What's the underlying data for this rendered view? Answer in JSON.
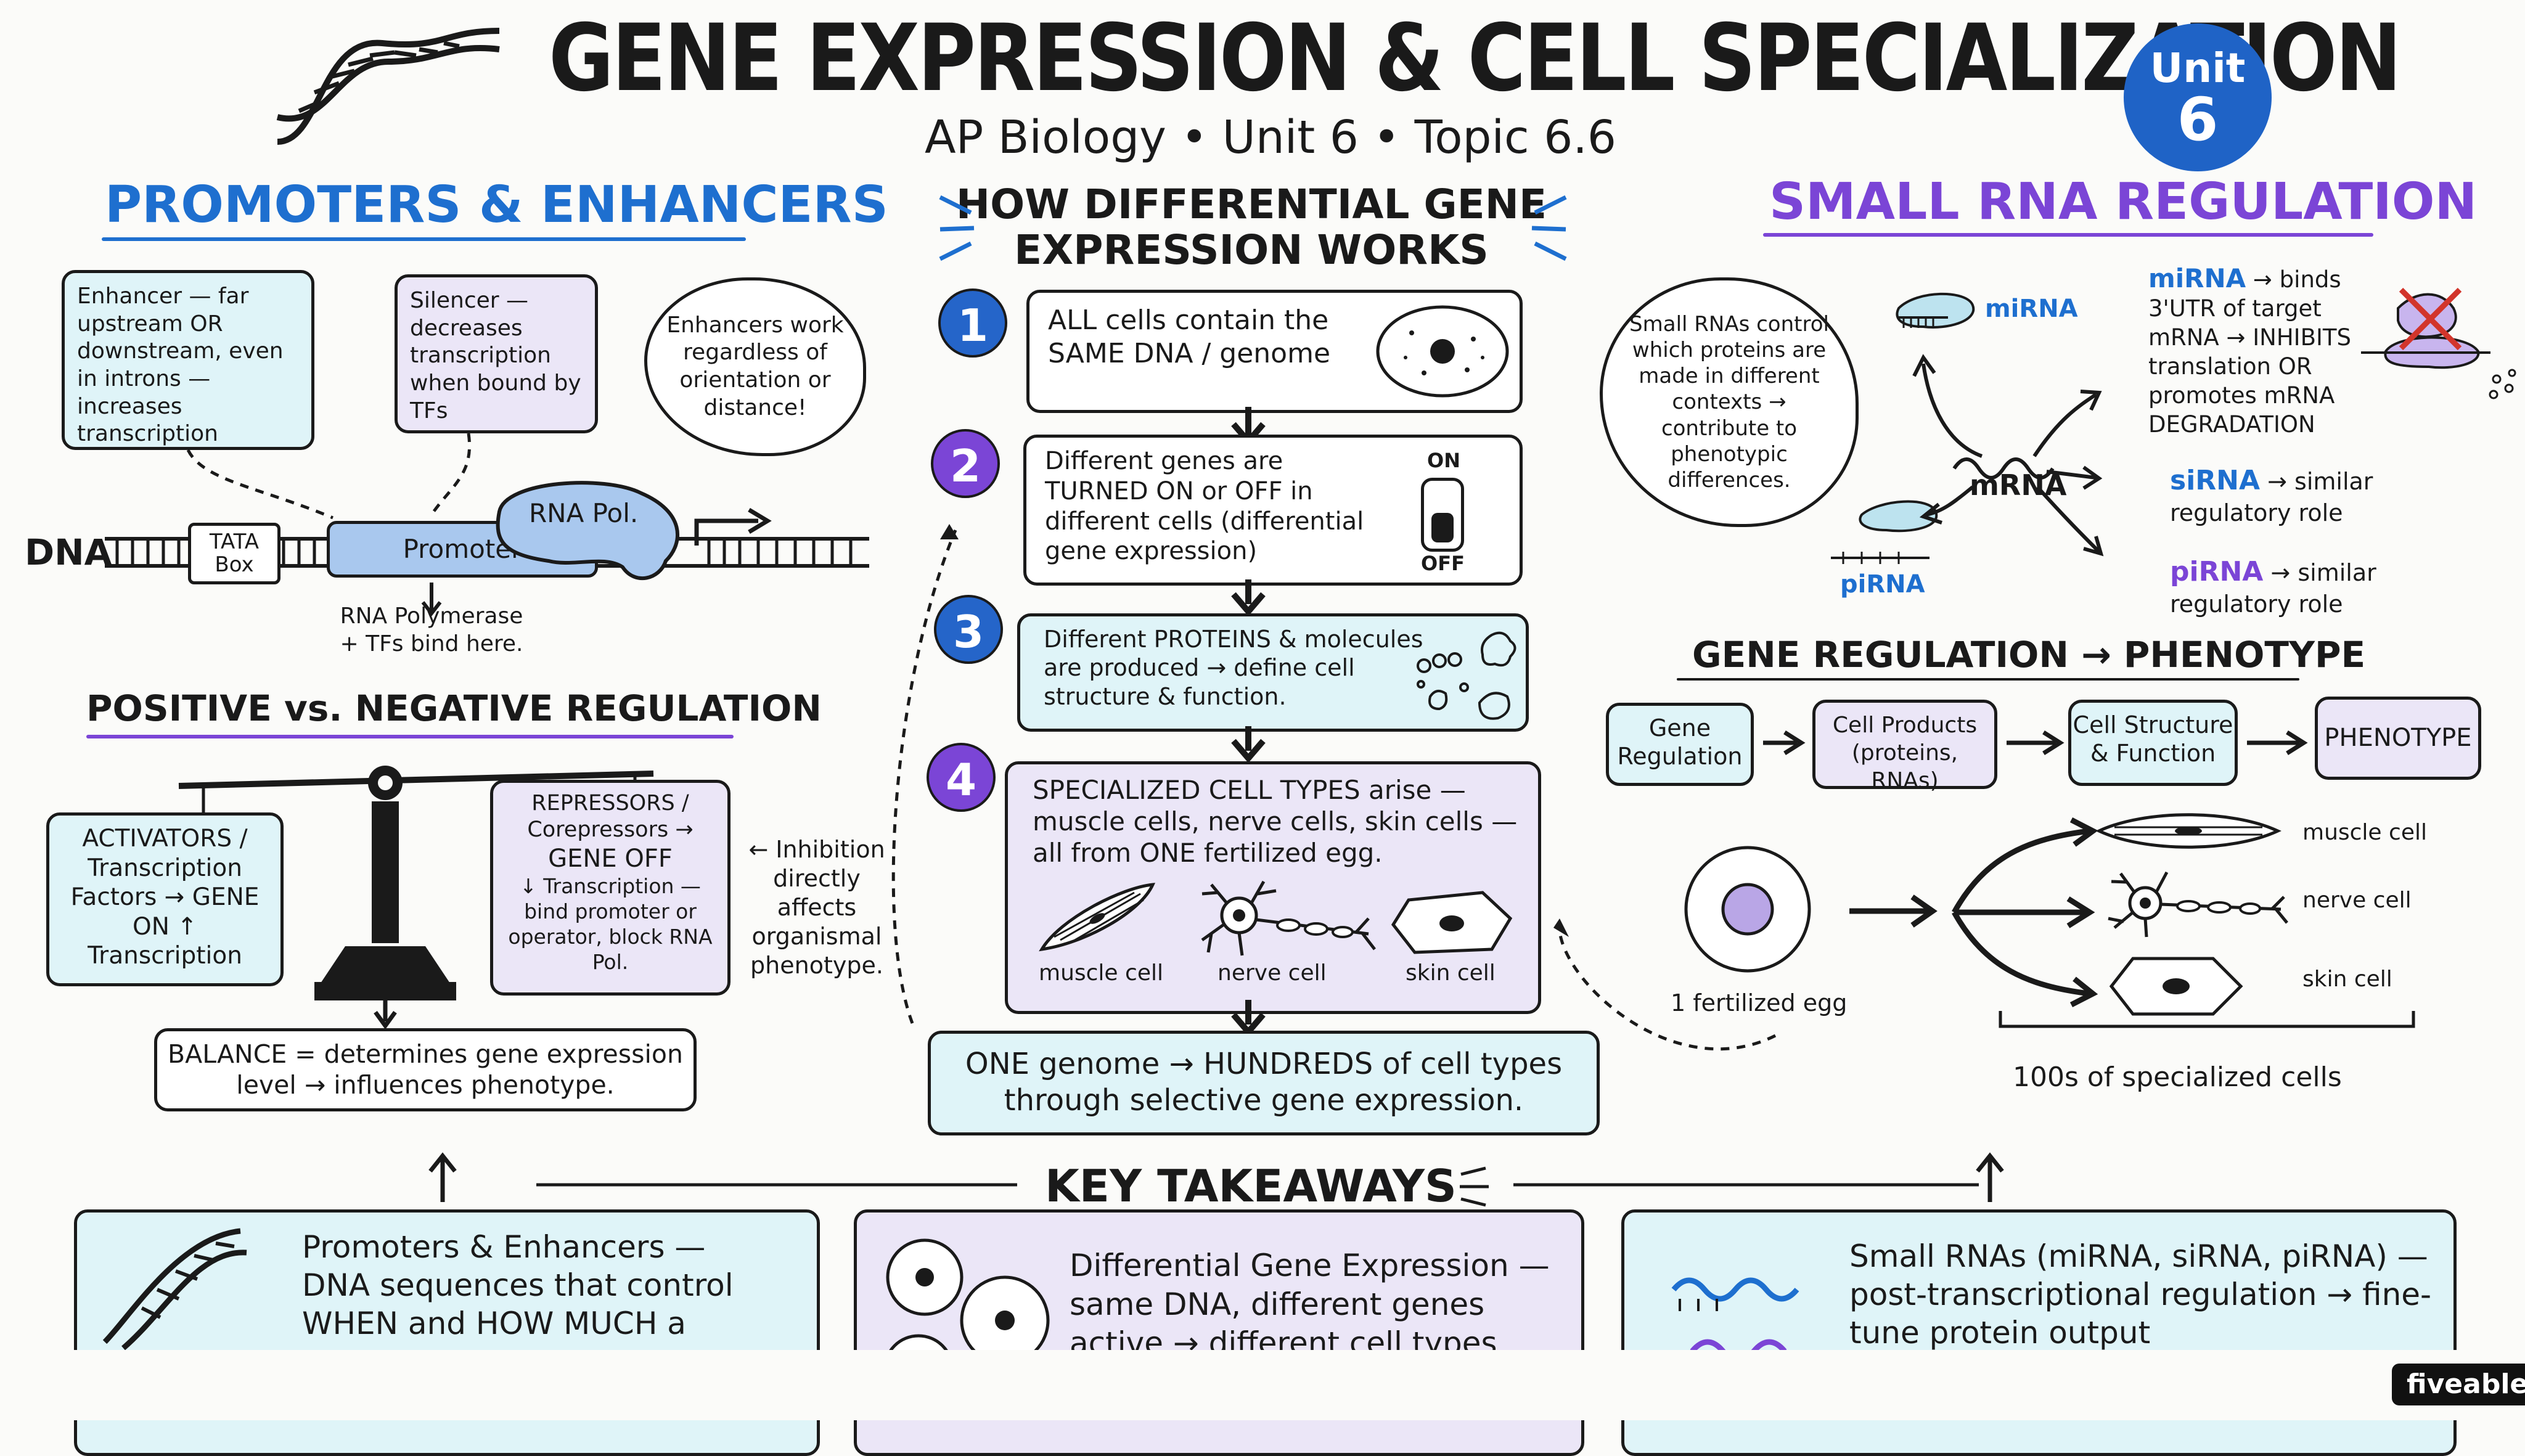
{
  "header": {
    "title": "GENE EXPRESSION & CELL SPECIALIZATION",
    "subtitle": "AP Biology  •  Unit 6  •  Topic 6.6",
    "badge_line1": "Unit",
    "badge_line2": "6"
  },
  "promoters": {
    "heading": "PROMOTERS & ENHANCERS",
    "enhancer_note": "Enhancer — far upstream OR downstream, even in introns — increases transcription",
    "silencer_note": "Silencer — decreases transcription when bound by TFs",
    "cloud_note": "Enhancers work regardless of orientation or distance!",
    "dna_label": "DNA",
    "tata_label": "TATA Box",
    "promoter_label": "Promoter",
    "rnapol_label": "RNA Pol.",
    "bind_note_1": "RNA Polymerase",
    "bind_note_2": "+ TFs bind here."
  },
  "regulation": {
    "heading": "POSITIVE vs. NEGATIVE REGULATION",
    "activators": "ACTIVATORS / Transcription Factors → GENE ON ↑ Transcription",
    "repressors_1": "REPRESSORS / Corepressors →",
    "repressors_2": "GENE OFF",
    "repressors_3": "↓ Transcription — bind promoter or operator, block RNA Pol.",
    "balance": "BALANCE = determines gene expression level → influences phenotype.",
    "inhibition_note": "← Inhibition directly affects organismal phenotype."
  },
  "differential": {
    "heading_1": "HOW DIFFERENTIAL GENE",
    "heading_2": "EXPRESSION WORKS",
    "steps": [
      {
        "num": "1",
        "text": "ALL cells contain the SAME DNA / genome"
      },
      {
        "num": "2",
        "text": "Different genes are TURNED ON or OFF in different cells (differential gene expression)"
      },
      {
        "num": "3",
        "text": "Different PROTEINS & molecules are produced → define cell structure & function."
      },
      {
        "num": "4",
        "text": "SPECIALIZED CELL TYPES arise — muscle cells, nerve cells, skin cells — all from ONE fertilized egg."
      }
    ],
    "switch_on": "ON",
    "switch_off": "OFF",
    "cell_labels": [
      "muscle cell",
      "nerve cell",
      "skin cell"
    ],
    "summary": "ONE genome → HUNDREDS of cell types through selective gene expression."
  },
  "small_rna": {
    "heading": "SMALL RNA REGULATION",
    "cloud_note": "Small RNAs control which proteins are made in different contexts → contribute to phenotypic differences.",
    "mirna_label": "miRNA",
    "pirna_label": "piRNA",
    "mrna_label": "mRNA",
    "mirna_name": "miRNA",
    "mirna_desc": " → binds 3'UTR of target mRNA → INHIBITS translation OR promotes mRNA DEGRADATION",
    "sirna_name": "siRNA",
    "sirna_desc": " → similar regulatory role",
    "pirna_name": "piRNA",
    "pirna_desc": " → similar regulatory role"
  },
  "phenotype": {
    "heading": "GENE REGULATION → PHENOTYPE",
    "flow": [
      "Gene Regulation",
      "Cell Products (proteins, RNAs)",
      "Cell Structure & Function",
      "PHENOTYPE"
    ],
    "egg_label": "1 fertilized egg",
    "cells": [
      "muscle cell",
      "nerve cell",
      "skin cell"
    ],
    "caption": "100s of specialized cells"
  },
  "takeaways": {
    "heading": "KEY TAKEAWAYS",
    "cards": [
      {
        "text": "Promoters & Enhancers — DNA sequences that control WHEN and HOW MUCH a"
      },
      {
        "text": "Differential Gene Expression — same DNA, different genes active → different cell types"
      },
      {
        "text": "Small RNAs (miRNA, siRNA, piRNA) — post-transcriptional regulation → fine-tune protein output"
      }
    ]
  },
  "brand": "fiveable",
  "colors": {
    "cyan_fill": "#dff4f8",
    "lavender_fill": "#ebe6f7",
    "blue_accent": "#1e6fcf",
    "purple_accent": "#7b45d6",
    "ink": "#1a1a1a"
  }
}
